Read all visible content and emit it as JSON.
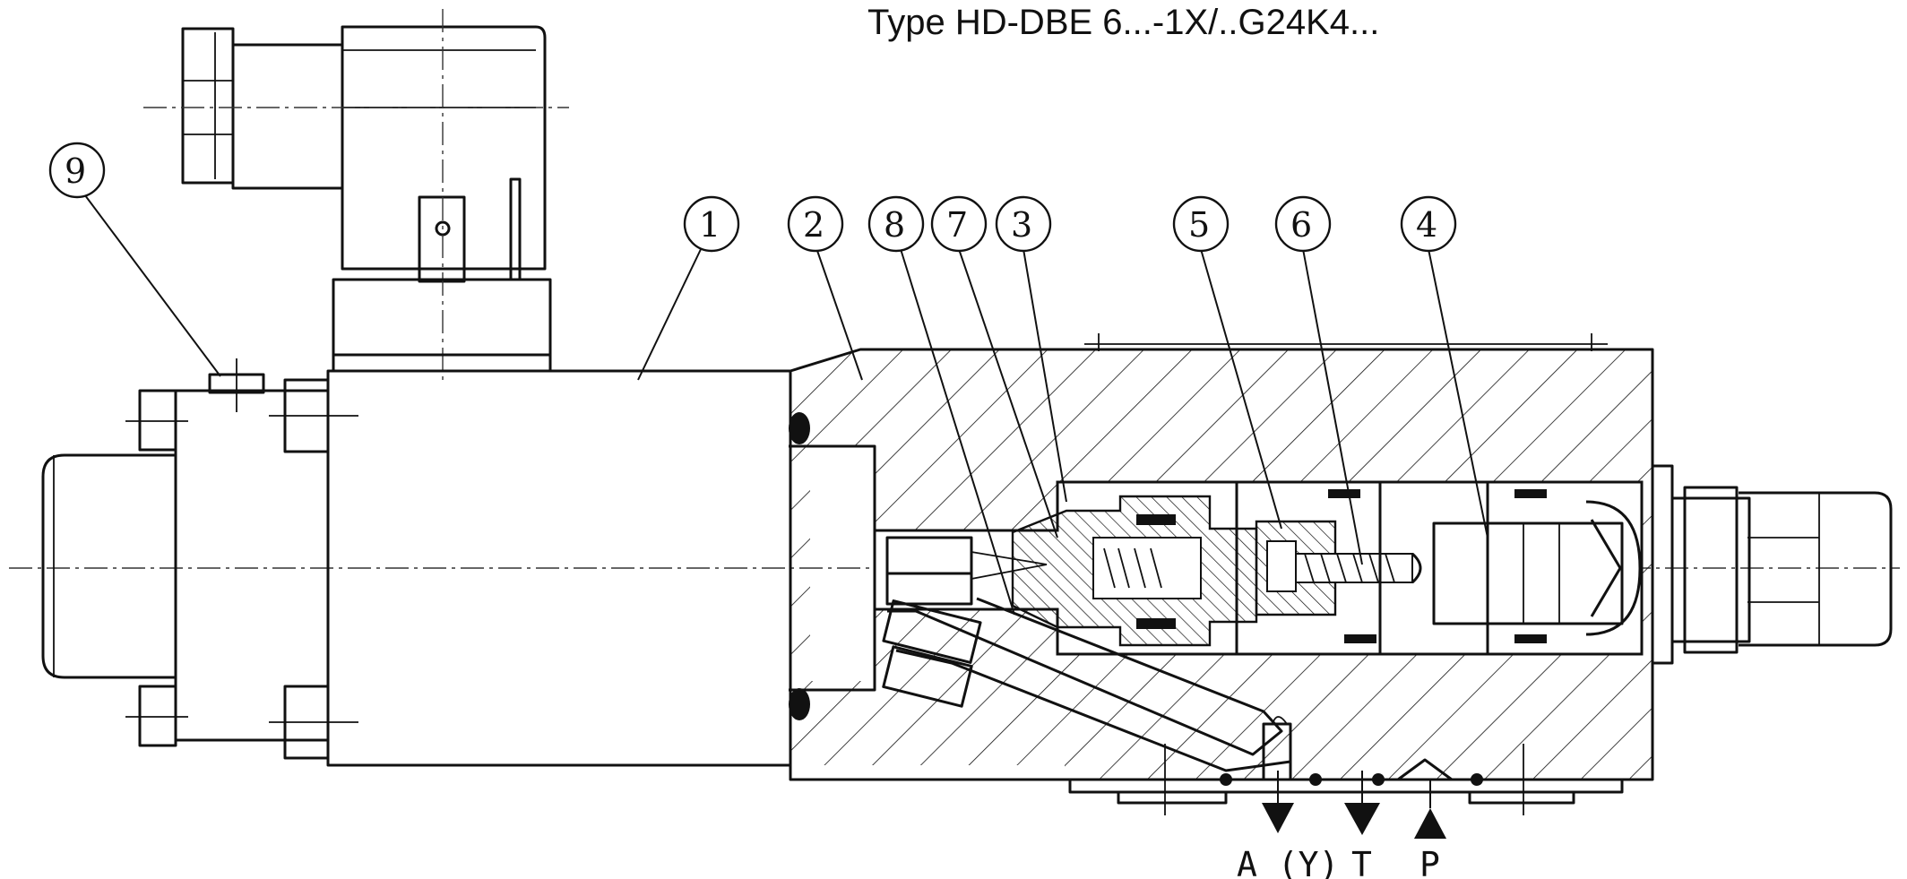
{
  "title": "Type HD-DBE 6...-1X/..G24K4...",
  "balloons": [
    {
      "id": "1",
      "label": "1"
    },
    {
      "id": "2",
      "label": "2"
    },
    {
      "id": "8",
      "label": "8"
    },
    {
      "id": "7",
      "label": "7"
    },
    {
      "id": "3",
      "label": "3"
    },
    {
      "id": "5",
      "label": "5"
    },
    {
      "id": "6",
      "label": "6"
    },
    {
      "id": "4",
      "label": "4"
    },
    {
      "id": "9",
      "label": "9"
    }
  ],
  "ports": {
    "a": {
      "label": "A (Y)",
      "arrow": "down"
    },
    "t": {
      "label": "T",
      "arrow": "down"
    },
    "p": {
      "label": "P",
      "arrow": "up"
    }
  }
}
